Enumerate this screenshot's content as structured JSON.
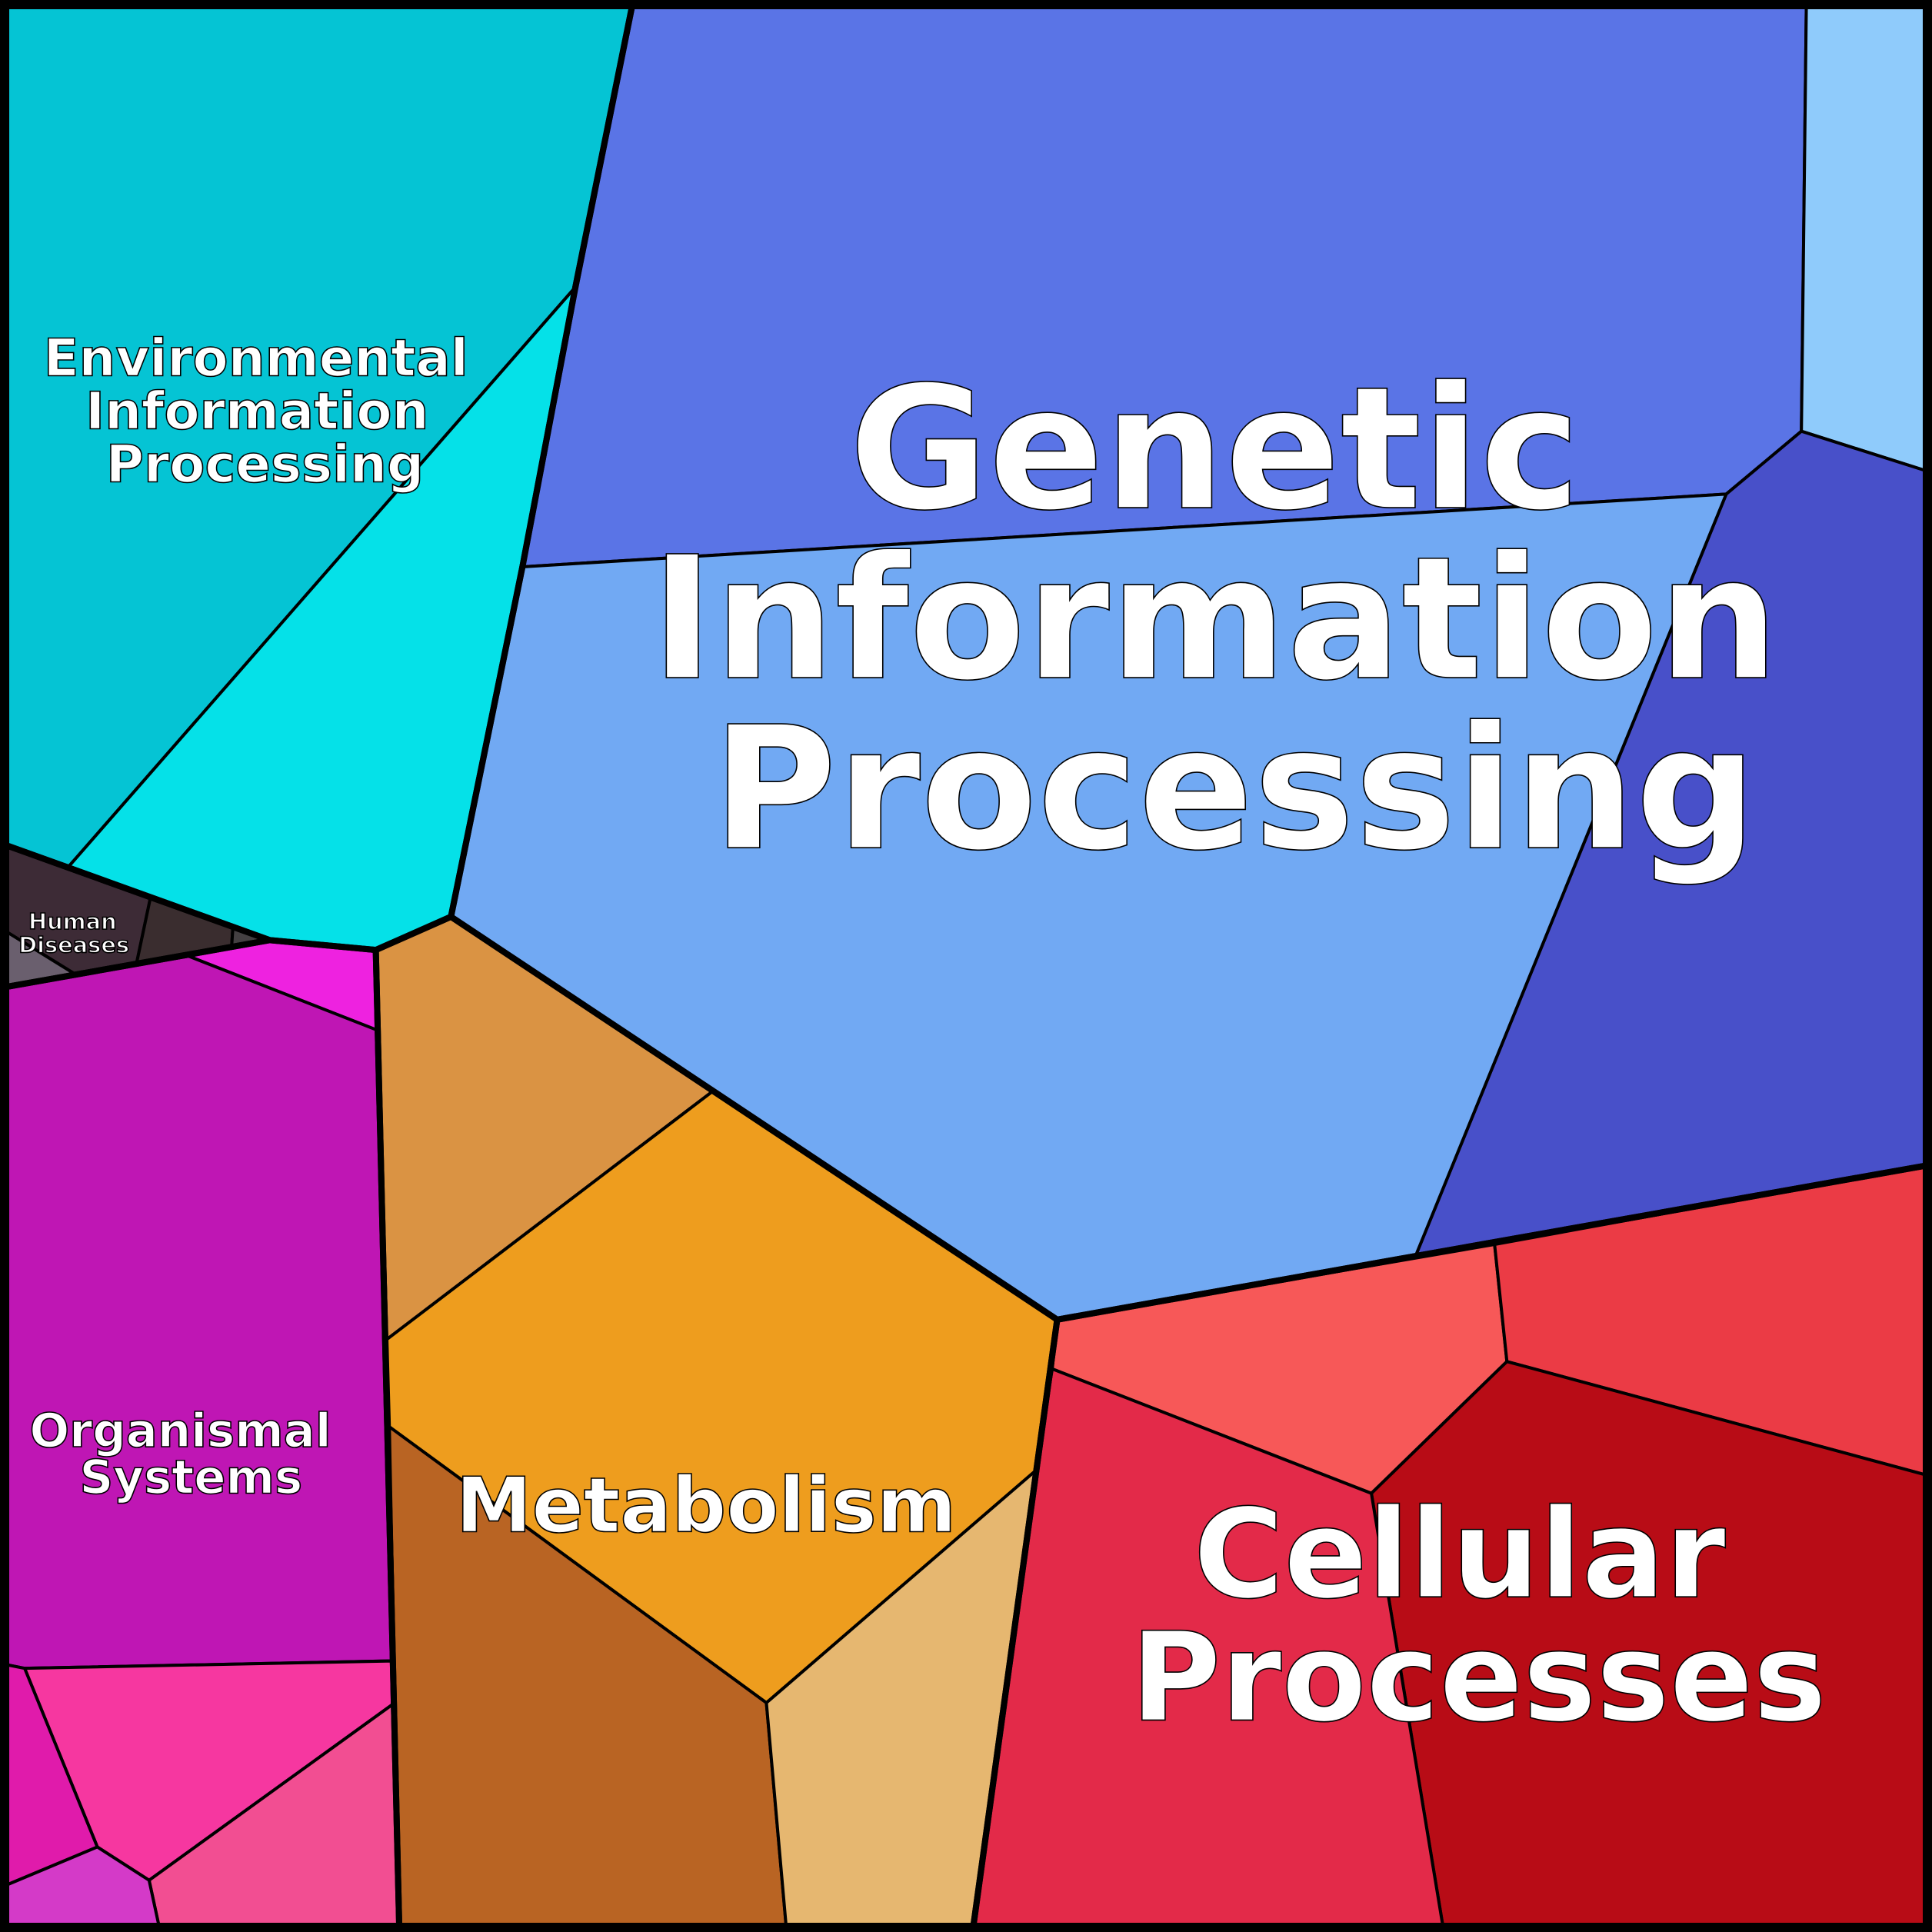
{
  "groups": {
    "genetic": {
      "label_lines": [
        "Genetic",
        "Information",
        "Processing"
      ],
      "colors": [
        "#5A74E6",
        "#8FCBFB",
        "#4850C9",
        "#71A9F3"
      ]
    },
    "cellular": {
      "label_lines": [
        "Cellular",
        "Processes"
      ],
      "colors": [
        "#F75858",
        "#EB3B45",
        "#B80C16",
        "#E32A49"
      ]
    },
    "metabolism": {
      "label_lines": [
        "Metabolism"
      ],
      "colors": [
        "#DA9343",
        "#EE9D1E",
        "#B96423",
        "#E6B770"
      ]
    },
    "organismal": {
      "label_lines": [
        "Organismal",
        "Systems"
      ],
      "colors": [
        "#EE22E0",
        "#BF16B4",
        "#F637A0",
        "#F24E92",
        "#E01BAB",
        "#D43AC8"
      ]
    },
    "environmental": {
      "label_lines": [
        "Environmental",
        "Information",
        "Processing"
      ],
      "colors": [
        "#05C4D4",
        "#05E1E8"
      ]
    },
    "human_diseases": {
      "label_lines": [
        "Human",
        "Diseases"
      ],
      "colors": [
        "#3D2B36",
        "#3A2D2F",
        "#444042",
        "#6A5F6E"
      ]
    }
  }
}
